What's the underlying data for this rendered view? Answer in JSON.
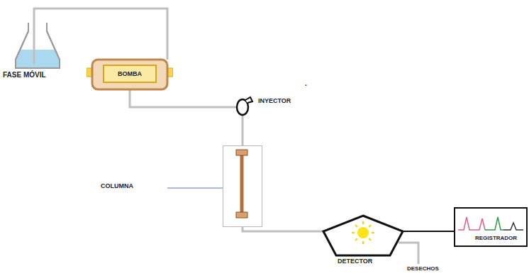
{
  "diagram": {
    "nodes": [
      {
        "text": [
          "FASE MÓVIL"
        ]
      },
      {
        "text": [
          "BOMBA"
        ]
      },
      {
        "text": [
          "INYECTOR"
        ]
      },
      {
        "text": [
          "COLUMNA"
        ]
      },
      {
        "text": [
          "DETECTOR"
        ]
      },
      {
        "text": [
          "REGISTRADOR"
        ]
      }
    ],
    "edges": [
      {
        "from": 0,
        "to": 1,
        "arrow": "none"
      },
      {
        "from": 1,
        "to": 2,
        "arrow": "none"
      },
      {
        "from": 2,
        "to": 3,
        "arrow": "none"
      },
      {
        "from": 3,
        "to": 4,
        "arrow": "none"
      },
      {
        "from": 4,
        "to": 5,
        "arrow": "none"
      }
    ],
    "labels": [
      "DESECHOS",
      "."
    ]
  }
}
